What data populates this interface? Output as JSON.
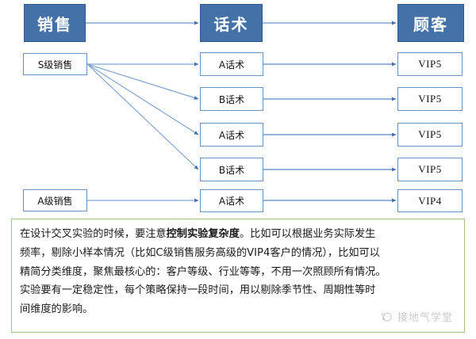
{
  "diagram": {
    "headers": [
      {
        "label": "销售",
        "name": "header-sales"
      },
      {
        "label": "话术",
        "name": "header-script"
      },
      {
        "label": "顾客",
        "name": "header-customer"
      }
    ],
    "left_nodes": [
      {
        "label": "S级销售"
      },
      {
        "label": "A级销售"
      }
    ],
    "middle_nodes": [
      {
        "label": "A话术"
      },
      {
        "label": "B话术"
      },
      {
        "label": "A话术"
      },
      {
        "label": "B话术"
      },
      {
        "label": "A话术"
      }
    ],
    "right_nodes": [
      {
        "label": "VIP5"
      },
      {
        "label": "VIP5"
      },
      {
        "label": "VIP5"
      },
      {
        "label": "VIP5"
      },
      {
        "label": "VIP4"
      }
    ],
    "colors": {
      "header_fill": "#4472a8",
      "header_text": "#ffffff",
      "node_border": "#6b91c4",
      "connector": "#5b87c6",
      "note_border": "#9fc48a"
    }
  },
  "note": {
    "lines": [
      {
        "pre": "在设计交叉实验的时候，要注意",
        "bold": "控制实验复杂度",
        "post": "。比如可以根据业务实际发生"
      },
      {
        "pre": "频率，剔除小样本情况（比如C级销售服务高级的VIP4客户的情况），比如可以",
        "bold": "",
        "post": ""
      },
      {
        "pre": "精简分类维度，聚焦最核心的：客户等级、行业等等，不用一次照顾所有情况。",
        "bold": "",
        "post": ""
      },
      {
        "pre": "实验要有一定稳定性，每个策略保持一段时间，用以剔除季节性、周期性等时",
        "bold": "",
        "post": ""
      },
      {
        "pre": "间维度的影响。",
        "bold": "",
        "post": ""
      }
    ]
  },
  "watermark": {
    "text": "接地气学堂",
    "icon": "cloud-icon"
  }
}
